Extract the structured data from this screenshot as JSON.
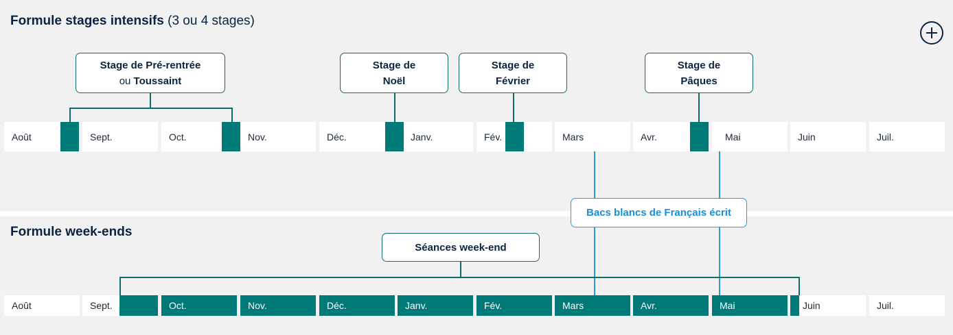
{
  "intensive": {
    "title_bold": "Formule stages intensifs",
    "title_light": "(3 ou 4 stages)",
    "stages": {
      "preRentree": {
        "line1": "Stage de Pré-rentrée",
        "or": "ou",
        "line2": "Toussaint"
      },
      "noel": {
        "line1": "Stage de",
        "line2": "Noël"
      },
      "fevrier": {
        "line1": "Stage de",
        "line2": "Février"
      },
      "paques": {
        "line1": "Stage de",
        "line2": "Pâques"
      }
    },
    "months": [
      "Août",
      "Sept.",
      "Oct.",
      "Nov.",
      "Déc.",
      "Janv.",
      "Fév.",
      "Mars",
      "Avr.",
      "Mai",
      "Juin",
      "Juil."
    ]
  },
  "weekends": {
    "title": "Formule week-ends",
    "label": "Séances week-end",
    "months": [
      "Août",
      "Sept.",
      "Oct.",
      "Nov.",
      "Déc.",
      "Janv.",
      "Fév.",
      "Mars",
      "Avr.",
      "Mai",
      "Juin",
      "Juil."
    ]
  },
  "bacs_blancs": "Bacs blancs de Français écrit",
  "expand_icon": "plus-circle-icon",
  "colors": {
    "accent": "#007a78",
    "navy": "#0c2340",
    "blue": "#2a9ad6",
    "background": "#f1f1f1"
  }
}
